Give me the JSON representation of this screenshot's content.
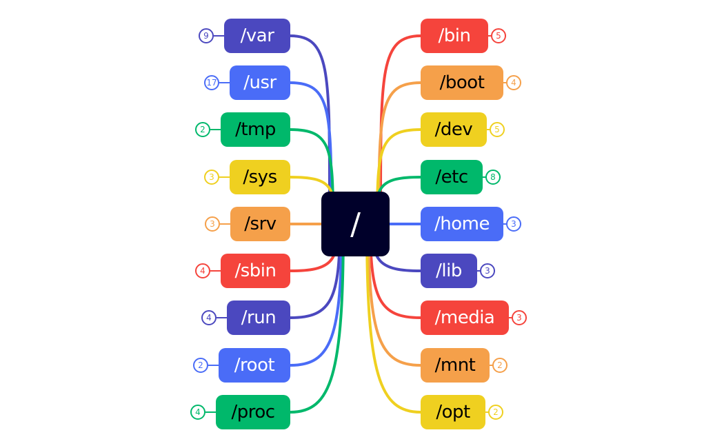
{
  "root": {
    "label": "/",
    "color": "#00002a"
  },
  "colors": {
    "purple": "#4b48bf",
    "blue": "#4a6cf7",
    "green": "#00b86b",
    "yellow": "#efd020",
    "orange": "#f5a04a",
    "red": "#f5443c"
  },
  "left": [
    {
      "label": "/var",
      "count": "9",
      "color": "purple"
    },
    {
      "label": "/usr",
      "count": "17",
      "color": "blue"
    },
    {
      "label": "/tmp",
      "count": "2",
      "color": "green"
    },
    {
      "label": "/sys",
      "count": "3",
      "color": "yellow"
    },
    {
      "label": "/srv",
      "count": "3",
      "color": "orange"
    },
    {
      "label": "/sbin",
      "count": "4",
      "color": "red"
    },
    {
      "label": "/run",
      "count": "4",
      "color": "purple"
    },
    {
      "label": "/root",
      "count": "2",
      "color": "blue"
    },
    {
      "label": "/proc",
      "count": "4",
      "color": "green"
    }
  ],
  "right": [
    {
      "label": "/bin",
      "count": "5",
      "color": "red"
    },
    {
      "label": "/boot",
      "count": "4",
      "color": "orange"
    },
    {
      "label": "/dev",
      "count": "5",
      "color": "yellow"
    },
    {
      "label": "/etc",
      "count": "8",
      "color": "green"
    },
    {
      "label": "/home",
      "count": "3",
      "color": "blue"
    },
    {
      "label": "/lib",
      "count": "3",
      "color": "purple"
    },
    {
      "label": "/media",
      "count": "3",
      "color": "red"
    },
    {
      "label": "/mnt",
      "count": "2",
      "color": "orange"
    },
    {
      "label": "/opt",
      "count": "2",
      "color": "yellow"
    }
  ]
}
